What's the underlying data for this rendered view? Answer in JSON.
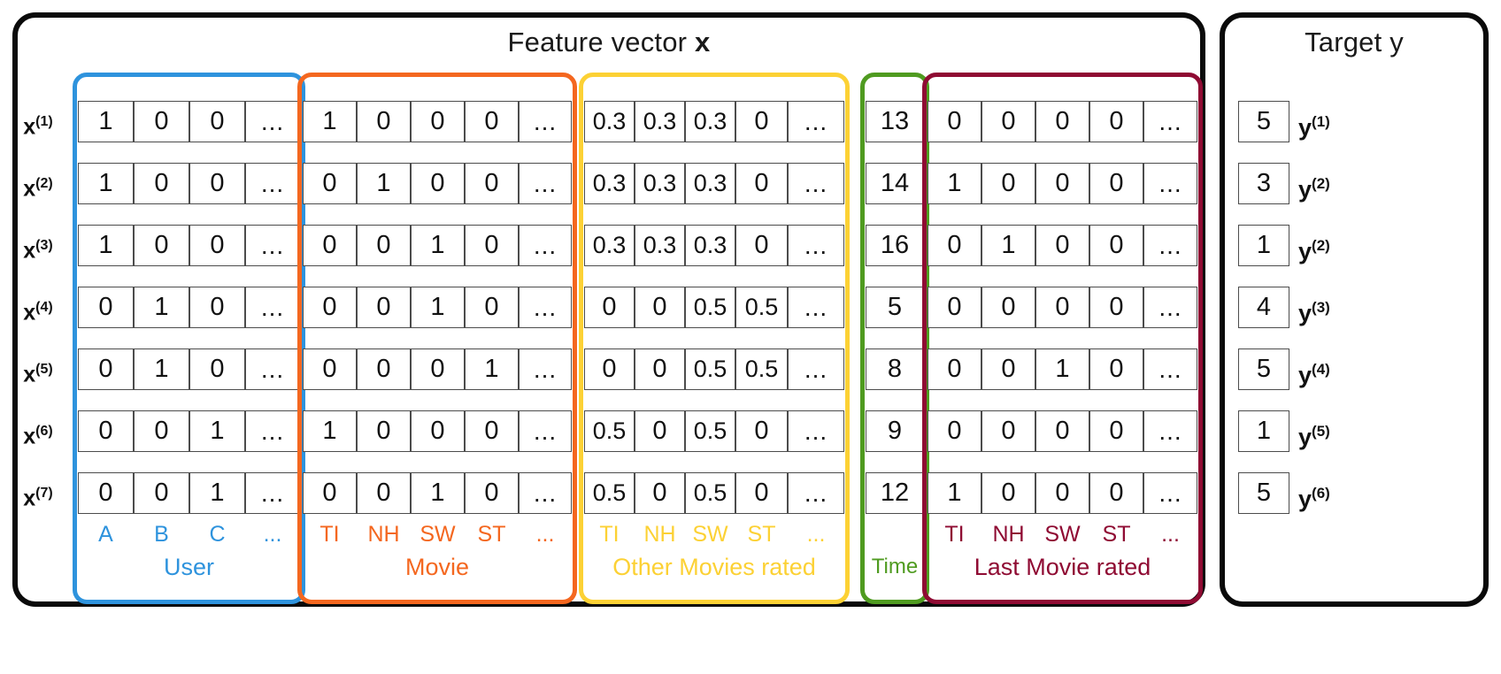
{
  "figure": {
    "feature_panel_title": "Feature vector ",
    "feature_panel_title_var": "x",
    "target_panel_title": "Target y"
  },
  "row_labels": [
    {
      "base": "x",
      "sup": "(1)"
    },
    {
      "base": "x",
      "sup": "(2)"
    },
    {
      "base": "x",
      "sup": "(3)"
    },
    {
      "base": "x",
      "sup": "(4)"
    },
    {
      "base": "x",
      "sup": "(5)"
    },
    {
      "base": "x",
      "sup": "(6)"
    },
    {
      "base": "x",
      "sup": "(7)"
    }
  ],
  "groups": [
    {
      "id": "user",
      "caption": "User",
      "color": "#2e93dd",
      "columns": [
        "A",
        "B",
        "C",
        "..."
      ],
      "values": [
        [
          "1",
          "0",
          "0",
          "..."
        ],
        [
          "1",
          "0",
          "0",
          "..."
        ],
        [
          "1",
          "0",
          "0",
          "..."
        ],
        [
          "0",
          "1",
          "0",
          "..."
        ],
        [
          "0",
          "1",
          "0",
          "..."
        ],
        [
          "0",
          "0",
          "1",
          "..."
        ],
        [
          "0",
          "0",
          "1",
          "..."
        ]
      ]
    },
    {
      "id": "movie",
      "caption": "Movie",
      "color": "#f4671f",
      "columns": [
        "TI",
        "NH",
        "SW",
        "ST",
        "..."
      ],
      "values": [
        [
          "1",
          "0",
          "0",
          "0",
          "..."
        ],
        [
          "0",
          "1",
          "0",
          "0",
          "..."
        ],
        [
          "0",
          "0",
          "1",
          "0",
          "..."
        ],
        [
          "0",
          "0",
          "1",
          "0",
          "..."
        ],
        [
          "0",
          "0",
          "0",
          "1",
          "..."
        ],
        [
          "1",
          "0",
          "0",
          "0",
          "..."
        ],
        [
          "0",
          "0",
          "1",
          "0",
          "..."
        ]
      ]
    },
    {
      "id": "other-movies-rated",
      "caption": "Other Movies rated",
      "color": "#fcd134",
      "columns": [
        "TI",
        "NH",
        "SW",
        "ST",
        "..."
      ],
      "values": [
        [
          "0.3",
          "0.3",
          "0.3",
          "0",
          "..."
        ],
        [
          "0.3",
          "0.3",
          "0.3",
          "0",
          "..."
        ],
        [
          "0.3",
          "0.3",
          "0.3",
          "0",
          "..."
        ],
        [
          "0",
          "0",
          "0.5",
          "0.5",
          "..."
        ],
        [
          "0",
          "0",
          "0.5",
          "0.5",
          "..."
        ],
        [
          "0.5",
          "0",
          "0.5",
          "0",
          "..."
        ],
        [
          "0.5",
          "0",
          "0.5",
          "0",
          "..."
        ]
      ]
    },
    {
      "id": "time",
      "caption": "Time",
      "color": "#4f9b20",
      "columns": [
        ""
      ],
      "values": [
        [
          "13"
        ],
        [
          "14"
        ],
        [
          "16"
        ],
        [
          "5"
        ],
        [
          "8"
        ],
        [
          "9"
        ],
        [
          "12"
        ]
      ]
    },
    {
      "id": "last-movie-rated",
      "caption": "Last Movie rated",
      "color": "#8f0b33",
      "columns": [
        "TI",
        "NH",
        "SW",
        "ST",
        "..."
      ],
      "values": [
        [
          "0",
          "0",
          "0",
          "0",
          "..."
        ],
        [
          "1",
          "0",
          "0",
          "0",
          "..."
        ],
        [
          "0",
          "1",
          "0",
          "0",
          "..."
        ],
        [
          "0",
          "0",
          "0",
          "0",
          "..."
        ],
        [
          "0",
          "0",
          "1",
          "0",
          "..."
        ],
        [
          "0",
          "0",
          "0",
          "0",
          "..."
        ],
        [
          "1",
          "0",
          "0",
          "0",
          "..."
        ]
      ]
    }
  ],
  "target": {
    "values": [
      "5",
      "3",
      "1",
      "4",
      "5",
      "1",
      "5"
    ],
    "labels": [
      {
        "base": "y",
        "sup": "(1)"
      },
      {
        "base": "y",
        "sup": "(2)"
      },
      {
        "base": "y",
        "sup": "(2)"
      },
      {
        "base": "y",
        "sup": "(3)"
      },
      {
        "base": "y",
        "sup": "(4)"
      },
      {
        "base": "y",
        "sup": "(5)"
      },
      {
        "base": "y",
        "sup": "(6)"
      }
    ]
  }
}
